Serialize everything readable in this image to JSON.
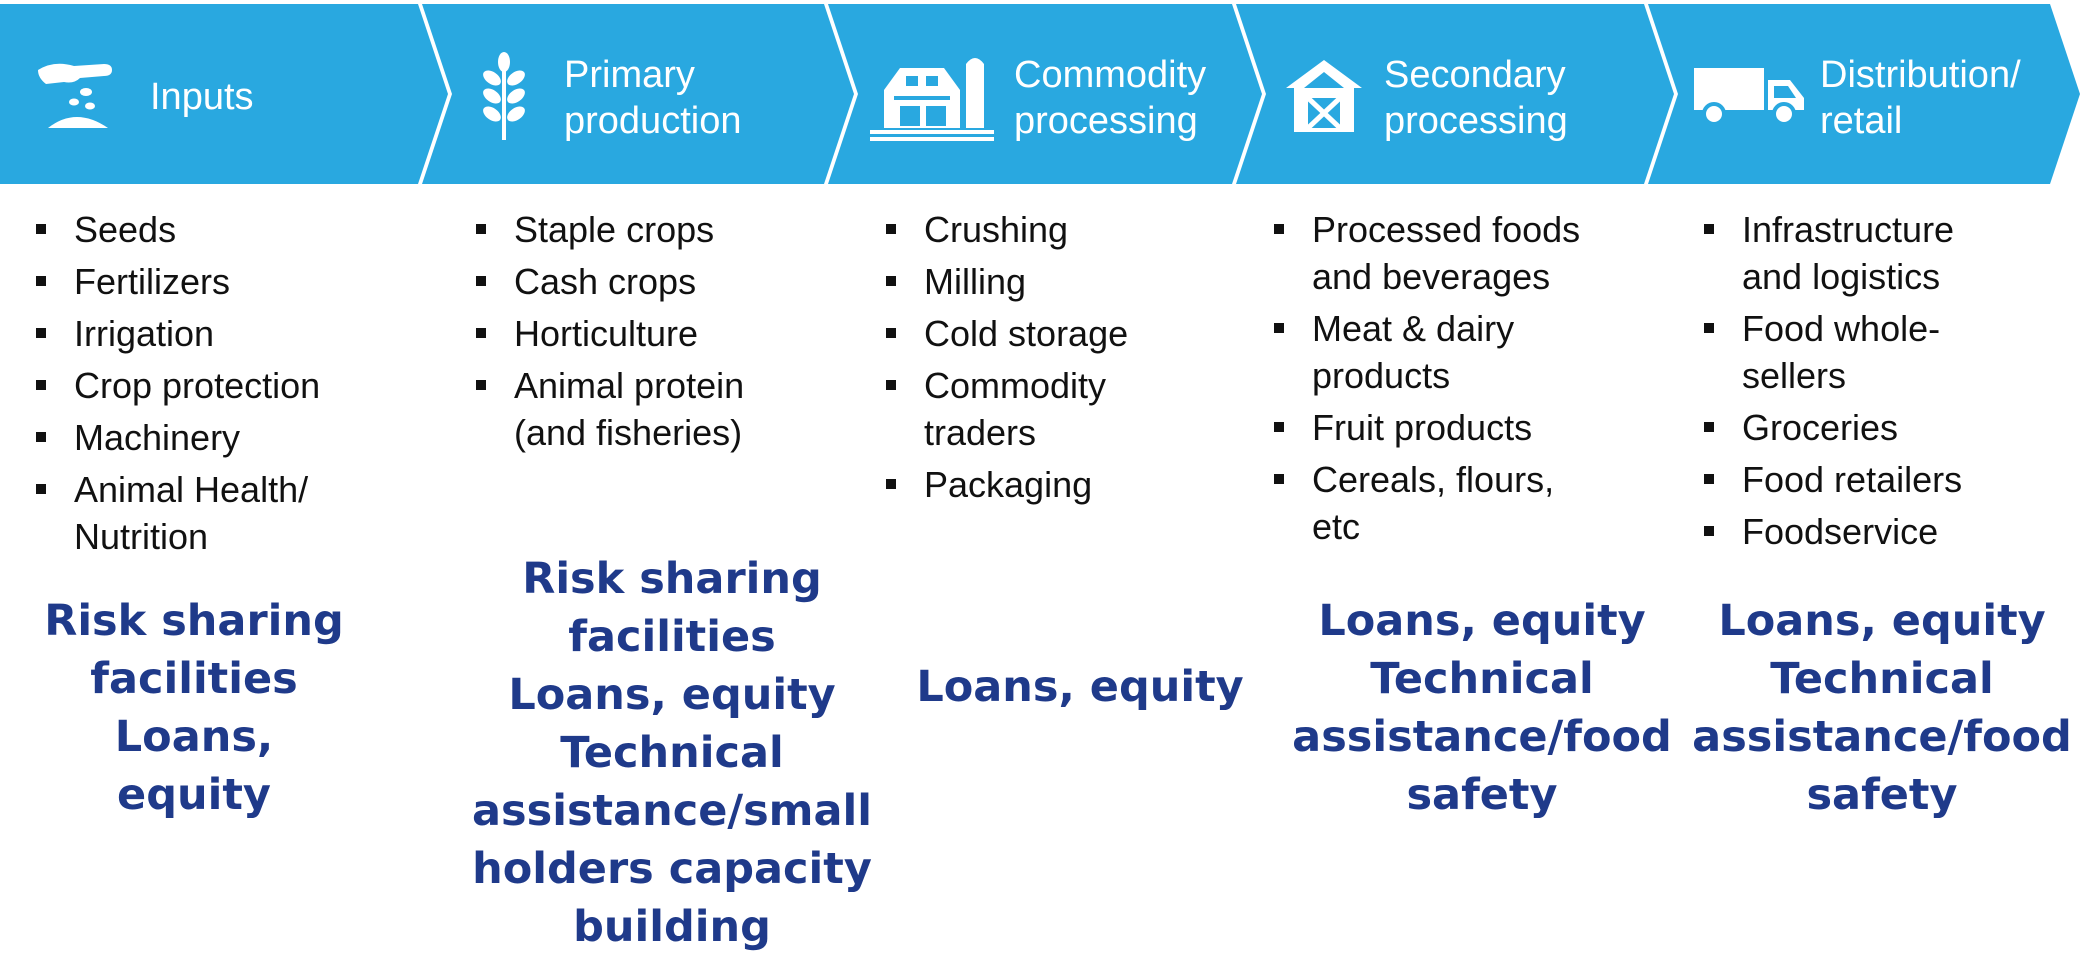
{
  "colors": {
    "chevron": "#29a8e0",
    "finance_text": "#1f3a8a",
    "bullet_text": "#111111"
  },
  "stages": [
    {
      "icon": "hand-seeds-icon",
      "title_lines": [
        "Inputs"
      ],
      "bullets": [
        {
          "lines": [
            "Seeds"
          ]
        },
        {
          "lines": [
            "Fertilizers"
          ]
        },
        {
          "lines": [
            "Irrigation"
          ]
        },
        {
          "lines": [
            "Crop protection"
          ]
        },
        {
          "lines": [
            "Machinery"
          ]
        },
        {
          "lines": [
            "Animal Health/",
            "Nutrition"
          ]
        }
      ],
      "finance_lines": [
        "Risk sharing",
        "facilities",
        "Loans,",
        "equity"
      ]
    },
    {
      "icon": "wheat-icon",
      "title_lines": [
        "Primary",
        "production"
      ],
      "bullets": [
        {
          "lines": [
            "Staple crops"
          ]
        },
        {
          "lines": [
            "Cash crops"
          ]
        },
        {
          "lines": [
            "Horticulture"
          ]
        },
        {
          "lines": [
            "Animal protein",
            "(and fisheries)"
          ]
        }
      ],
      "finance_lines": [
        "Risk sharing",
        "facilities",
        "Loans, equity",
        "Technical",
        "assistance/small",
        "holders capacity",
        "building"
      ]
    },
    {
      "icon": "farm-silo-icon",
      "title_lines": [
        "Commodity",
        "processing"
      ],
      "bullets": [
        {
          "lines": [
            "Crushing"
          ]
        },
        {
          "lines": [
            "Milling"
          ]
        },
        {
          "lines": [
            "Cold storage"
          ]
        },
        {
          "lines": [
            "Commodity",
            "traders"
          ]
        },
        {
          "lines": [
            "Packaging"
          ]
        }
      ],
      "finance_lines": [
        "Loans, equity"
      ]
    },
    {
      "icon": "barn-icon",
      "title_lines": [
        "Secondary",
        "processing"
      ],
      "bullets": [
        {
          "lines": [
            "Processed foods",
            "and beverages"
          ]
        },
        {
          "lines": [
            "Meat & dairy",
            "products"
          ]
        },
        {
          "lines": [
            "Fruit products"
          ]
        },
        {
          "lines": [
            "Cereals, flours,",
            "etc"
          ]
        }
      ],
      "finance_lines": [
        "Loans, equity",
        "Technical",
        "assistance/food",
        "safety"
      ]
    },
    {
      "icon": "truck-icon",
      "title_lines": [
        "Distribution/",
        "retail"
      ],
      "bullets": [
        {
          "lines": [
            "Infrastructure",
            "and logistics"
          ]
        },
        {
          "lines": [
            "Food whole-",
            "sellers"
          ]
        },
        {
          "lines": [
            "Groceries"
          ]
        },
        {
          "lines": [
            "Food retailers"
          ]
        },
        {
          "lines": [
            "Foodservice"
          ]
        }
      ],
      "finance_lines": [
        "Loans, equity",
        "Technical",
        "assistance/food",
        "safety"
      ]
    }
  ]
}
